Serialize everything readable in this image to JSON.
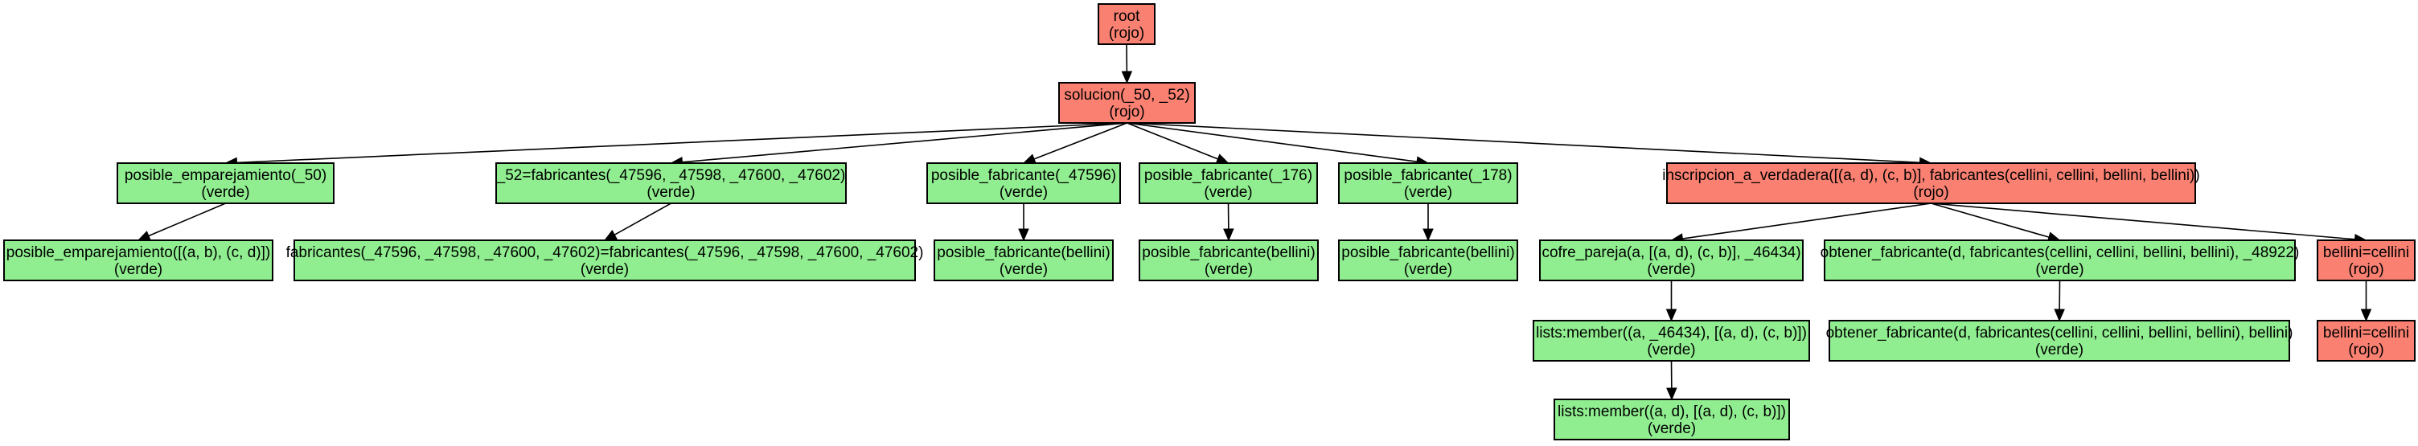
{
  "colors": {
    "rojo": "#fa8072",
    "verde": "#90ee90",
    "stroke": "#000000",
    "background": "#ffffff"
  },
  "nodes": [
    {
      "id": "root",
      "line1": "root",
      "line2": "(rojo)",
      "color": "rojo"
    },
    {
      "id": "solucion",
      "line1": "solucion(_50, _52)",
      "line2": "(rojo)",
      "color": "rojo"
    },
    {
      "id": "pos_emp",
      "line1": "posible_emparejamiento(_50)",
      "line2": "(verde)",
      "color": "verde"
    },
    {
      "id": "pos_emp_list",
      "line1": "posible_emparejamiento([(a, b), (c, d)])",
      "line2": "(verde)",
      "color": "verde"
    },
    {
      "id": "fab_eq",
      "line1": "_52=fabricantes(_47596, _47598, _47600, _47602)",
      "line2": "(verde)",
      "color": "verde"
    },
    {
      "id": "fab_eq_full",
      "line1": "fabricantes(_47596, _47598, _47600, _47602)=fabricantes(_47596, _47598, _47600, _47602)",
      "line2": "(verde)",
      "color": "verde"
    },
    {
      "id": "pf_47596",
      "line1": "posible_fabricante(_47596)",
      "line2": "(verde)",
      "color": "verde"
    },
    {
      "id": "pf_bellini_1",
      "line1": "posible_fabricante(bellini)",
      "line2": "(verde)",
      "color": "verde"
    },
    {
      "id": "pf_176",
      "line1": "posible_fabricante(_176)",
      "line2": "(verde)",
      "color": "verde"
    },
    {
      "id": "pf_bellini_2",
      "line1": "posible_fabricante(bellini)",
      "line2": "(verde)",
      "color": "verde"
    },
    {
      "id": "pf_178",
      "line1": "posible_fabricante(_178)",
      "line2": "(verde)",
      "color": "verde"
    },
    {
      "id": "pf_bellini_3",
      "line1": "posible_fabricante(bellini)",
      "line2": "(verde)",
      "color": "verde"
    },
    {
      "id": "inscripcion",
      "line1": "inscripcion_a_verdadera([(a, d), (c, b)], fabricantes(cellini, cellini, bellini, bellini))",
      "line2": "(rojo)",
      "color": "rojo"
    },
    {
      "id": "cofre",
      "line1": "cofre_pareja(a, [(a, d), (c, b)], _46434)",
      "line2": "(verde)",
      "color": "verde"
    },
    {
      "id": "member1",
      "line1": "lists:member((a, _46434), [(a, d), (c, b)])",
      "line2": "(verde)",
      "color": "verde"
    },
    {
      "id": "member2",
      "line1": "lists:member((a, d), [(a, d), (c, b)])",
      "line2": "(verde)",
      "color": "verde"
    },
    {
      "id": "obtener1",
      "line1": "obtener_fabricante(d, fabricantes(cellini, cellini, bellini, bellini), _48922)",
      "line2": "(verde)",
      "color": "verde"
    },
    {
      "id": "obtener2",
      "line1": "obtener_fabricante(d, fabricantes(cellini, cellini, bellini, bellini), bellini)",
      "line2": "(verde)",
      "color": "verde"
    },
    {
      "id": "bc1",
      "line1": "bellini=cellini",
      "line2": "(rojo)",
      "color": "rojo"
    },
    {
      "id": "bc2",
      "line1": "bellini=cellini",
      "line2": "(rojo)",
      "color": "rojo"
    }
  ],
  "edges": [
    [
      "root",
      "solucion"
    ],
    [
      "solucion",
      "pos_emp"
    ],
    [
      "solucion",
      "fab_eq"
    ],
    [
      "solucion",
      "pf_47596"
    ],
    [
      "solucion",
      "pf_176"
    ],
    [
      "solucion",
      "pf_178"
    ],
    [
      "solucion",
      "inscripcion"
    ],
    [
      "pos_emp",
      "pos_emp_list"
    ],
    [
      "fab_eq",
      "fab_eq_full"
    ],
    [
      "pf_47596",
      "pf_bellini_1"
    ],
    [
      "pf_176",
      "pf_bellini_2"
    ],
    [
      "pf_178",
      "pf_bellini_3"
    ],
    [
      "inscripcion",
      "cofre"
    ],
    [
      "inscripcion",
      "obtener1"
    ],
    [
      "inscripcion",
      "bc1"
    ],
    [
      "cofre",
      "member1"
    ],
    [
      "member1",
      "member2"
    ],
    [
      "obtener1",
      "obtener2"
    ],
    [
      "bc1",
      "bc2"
    ]
  ]
}
